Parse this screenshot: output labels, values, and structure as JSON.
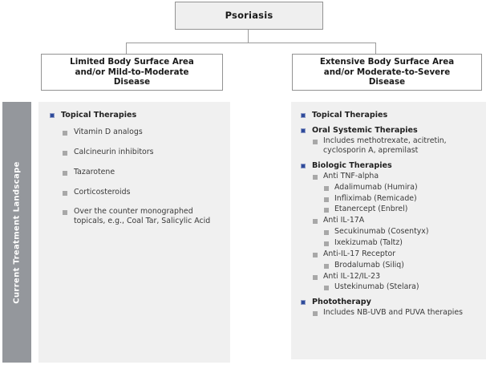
{
  "side_label": {
    "text": "Current Treatment Landscape",
    "color": "#94979c"
  },
  "flowchart": {
    "root": {
      "label": "Psoriasis"
    },
    "left_branch": {
      "line1": "Limited Body Surface Area",
      "line2": "and/or Mild-to-Moderate",
      "line3": "Disease"
    },
    "right_branch": {
      "line1": "Extensive Body Surface Area",
      "line2": "and/or Moderate-to-Severe",
      "line3": "Disease"
    }
  },
  "colors": {
    "primary_bullet": "#2e4b9b",
    "secondary_bullet": "#a8a8a8",
    "panel_bg": "#f0f0f0",
    "band": "#94979c"
  },
  "left_panel": {
    "heading": "Topical Therapies",
    "items": [
      "Vitamin D analogs",
      "Calcineurin inhibitors",
      "Tazarotene",
      "Corticosteroids",
      "Over the counter monographed topicals, e.g., Coal Tar, Salicylic Acid"
    ]
  },
  "right_panel": {
    "groups": [
      {
        "heading": "Topical Therapies",
        "items": []
      },
      {
        "heading": "Oral Systemic Therapies",
        "items": [
          {
            "label": "Includes methotrexate, acitretin, cyclosporin A, apremilast",
            "children": []
          }
        ]
      },
      {
        "heading": "Biologic Therapies",
        "items": [
          {
            "label": "Anti TNF-alpha",
            "children": [
              "Adalimumab (Humira)",
              "Infliximab (Remicade)",
              "Etanercept (Enbrel)"
            ]
          },
          {
            "label": "Anti IL-17A",
            "children": [
              "Secukinumab (Cosentyx)",
              "Ixekizumab (Taltz)"
            ]
          },
          {
            "label": "Anti-IL-17 Receptor",
            "children": [
              "Brodalumab (Siliq)"
            ]
          },
          {
            "label": "Anti IL-12/IL-23",
            "children": [
              "Ustekinumab (Stelara)"
            ]
          }
        ]
      },
      {
        "heading": "Phototherapy",
        "items": [
          {
            "label": "Includes NB-UVB and PUVA therapies",
            "children": []
          }
        ]
      }
    ]
  }
}
